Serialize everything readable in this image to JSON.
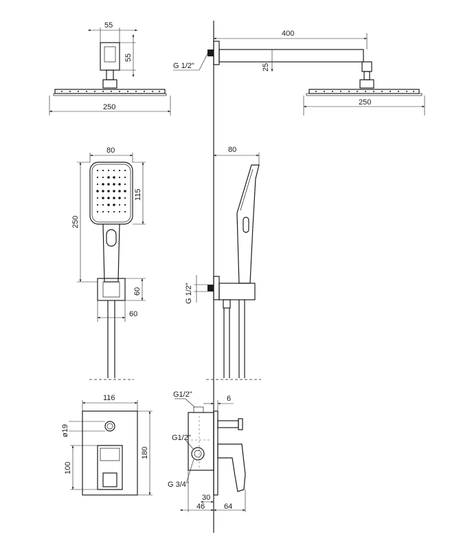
{
  "dimensions": {
    "head_mount_width": "55",
    "head_mount_height": "55",
    "head_width_left": "250",
    "arm_length": "400",
    "arm_height": "25",
    "head_width_right": "250",
    "hand_width": "80",
    "hand_head_height": "115",
    "hand_total_length": "250",
    "holder_height": "60",
    "holder_width": "60",
    "hand_depth": "80",
    "plate_width": "116",
    "knob_diameter": "ø19",
    "plate_height": "180",
    "handle_height": "100",
    "body_depth_30": "30",
    "body_depth_46": "46",
    "handle_projection": "64",
    "plate_offset": "6"
  },
  "threads": {
    "arm_inlet": "G 1/2\"",
    "hand_inlet": "G 1/2\"",
    "mixer_top": "G1/2\"",
    "mixer_mid": "G1/2\"",
    "mixer_bottom": "G 3/4\""
  },
  "colors": {
    "line": "#1a1a1a",
    "background": "#ffffff"
  }
}
